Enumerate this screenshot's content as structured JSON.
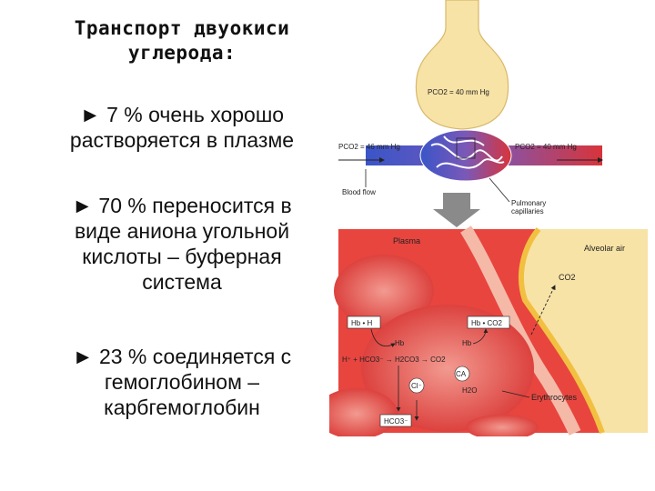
{
  "title_line1": "Транспорт двуокиси",
  "title_line2": "углерода:",
  "bullets": [
    {
      "marker": "►",
      "lines": [
        "7 % очень хорошо",
        "растворяется в плазме"
      ]
    },
    {
      "marker": "►",
      "lines": [
        "70 % переносится в",
        "виде аниона угольной",
        "кислоты – буферная",
        "система"
      ]
    },
    {
      "marker": "►",
      "lines": [
        "23 % соединяется с",
        "гемоглобином –",
        "карбгемоглобин"
      ]
    }
  ],
  "diagram": {
    "pco2_alveolus": "PCO2 = 40 mm Hg",
    "pco2_venous": "PCO2 = 46 mm Hg",
    "pco2_arterial": "PCO2 = 40 mm Hg",
    "blood_flow": "Blood flow",
    "pulmonary_capillaries": [
      "Pulmonary",
      "capillaries"
    ],
    "plasma": "Plasma",
    "alveolar_air": "Alveolar air",
    "co2_air": "CO2",
    "hb_h": "Hb • H",
    "hb_co2": "Hb • CO2",
    "hb_left": "Hb",
    "hb_right": "Hb",
    "reaction": "H⁺ + HCO3⁻ → H2CO3 → CO2",
    "ca": "CA",
    "h2o": "H2O",
    "cl": "Cl⁻",
    "hco3_bottom": "HCO3⁻",
    "erythrocytes": "Erythrocytes"
  },
  "colors": {
    "venous": "#3a55c8",
    "arterial": "#d8343a",
    "alveolus": "#f7e3a6",
    "plasma_bg": "#e8453f"
  }
}
